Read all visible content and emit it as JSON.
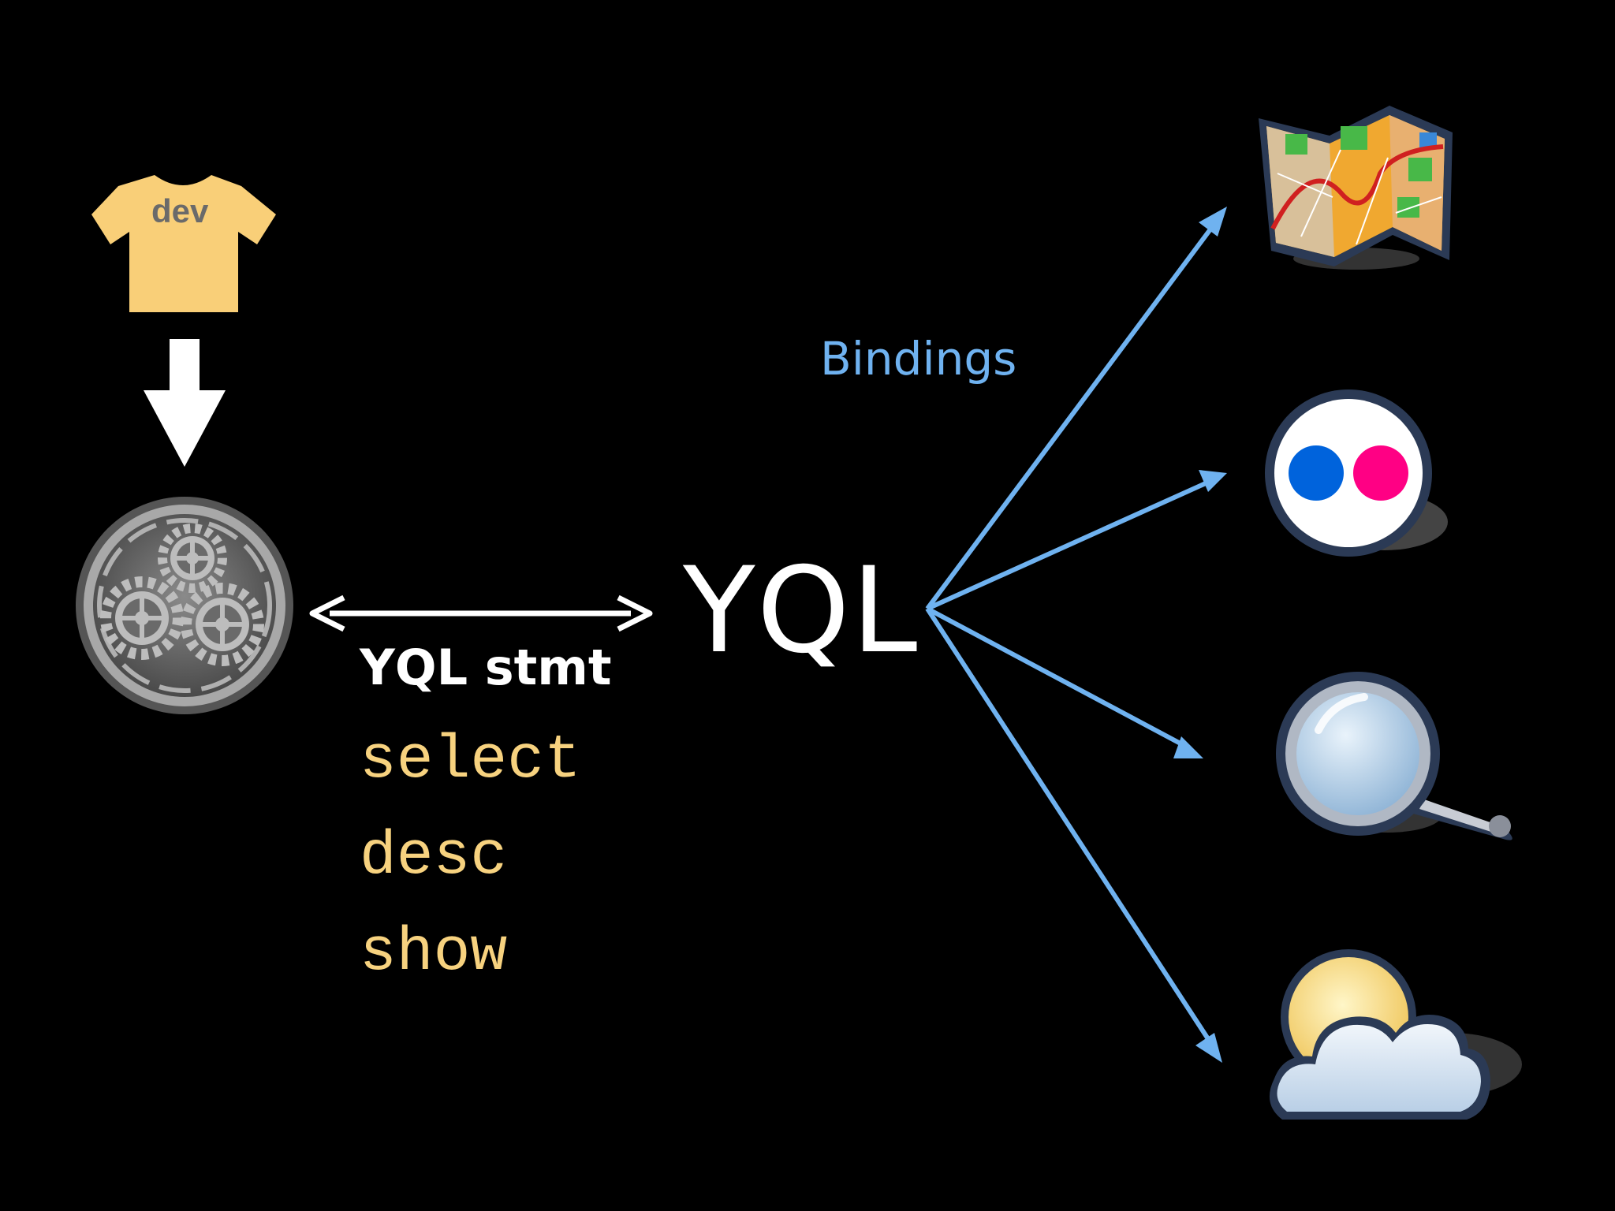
{
  "diagram": {
    "center_label": "YQL",
    "bindings_label": "Bindings",
    "statement_label": "YQL stmt",
    "keywords": [
      "select",
      "desc",
      "show"
    ],
    "developer": {
      "shirt_text": "dev",
      "icon": "t-shirt-icon"
    },
    "engine": {
      "icon": "gears-icon"
    },
    "services": [
      {
        "icon": "map-icon"
      },
      {
        "icon": "flickr-icon"
      },
      {
        "icon": "search-icon"
      },
      {
        "icon": "weather-icon"
      }
    ]
  },
  "colors": {
    "background": "#000000",
    "shirt": "#f9cf78",
    "keyword": "#f7d27f",
    "bindings_arrow": "#6fb2f0",
    "text": "#ffffff",
    "flickr_blue": "#0063dc",
    "flickr_pink": "#ff0084"
  }
}
